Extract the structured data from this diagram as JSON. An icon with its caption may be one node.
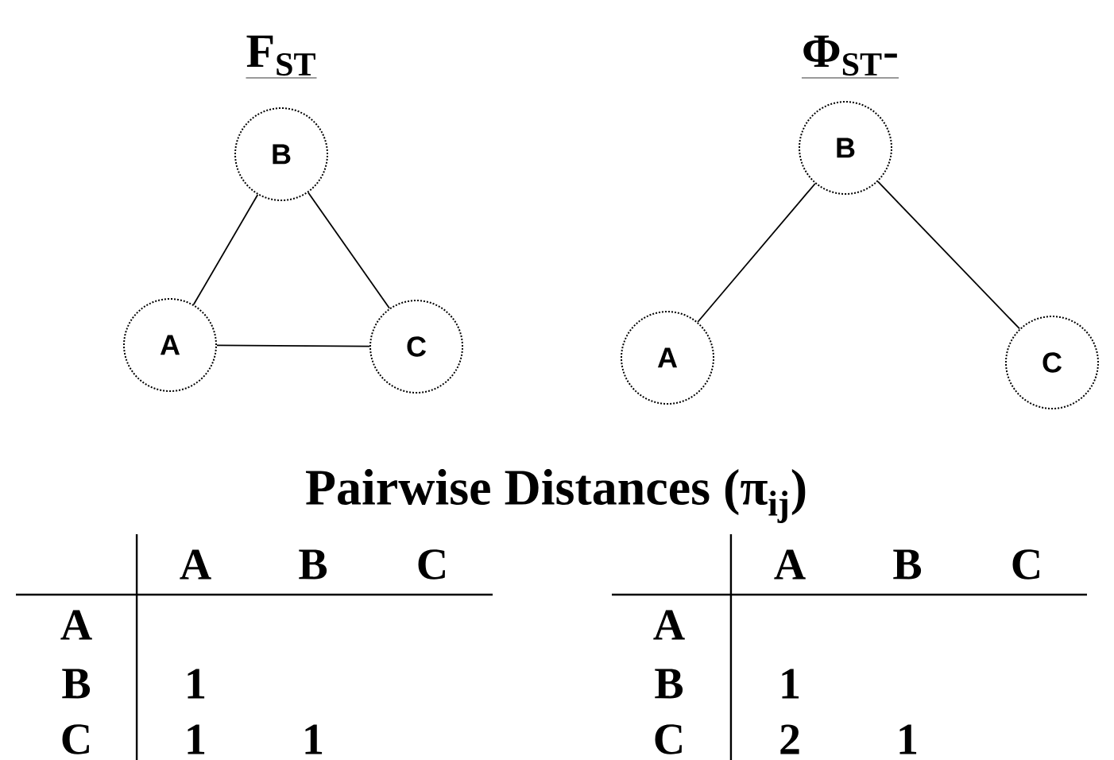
{
  "diagram": {
    "title": "Pairwise Distances (π$_{ij}$)",
    "nodes": [
      {
        "text": [
          "B"
        ]
      },
      {
        "text": [
          "A"
        ]
      },
      {
        "text": [
          "C"
        ]
      },
      {
        "text": [
          "B"
        ]
      },
      {
        "text": [
          "A"
        ]
      },
      {
        "text": [
          "C"
        ]
      }
    ],
    "edges": [
      {
        "from": 0,
        "to": 1,
        "arrow": "none"
      },
      {
        "from": 0,
        "to": 2,
        "arrow": "none"
      },
      {
        "from": 1,
        "to": 2,
        "arrow": "none"
      },
      {
        "from": 3,
        "to": 4,
        "arrow": "none"
      },
      {
        "from": 3,
        "to": 5,
        "arrow": "none"
      }
    ],
    "labels": [
      "F$_{ST}$",
      "Φ$_{ST}$-",
      "A",
      "B",
      "C",
      "A",
      "B",
      "1",
      "C",
      "1",
      "1",
      "A",
      "B",
      "C",
      "A",
      "B",
      "1",
      "C",
      "2",
      "1"
    ]
  }
}
